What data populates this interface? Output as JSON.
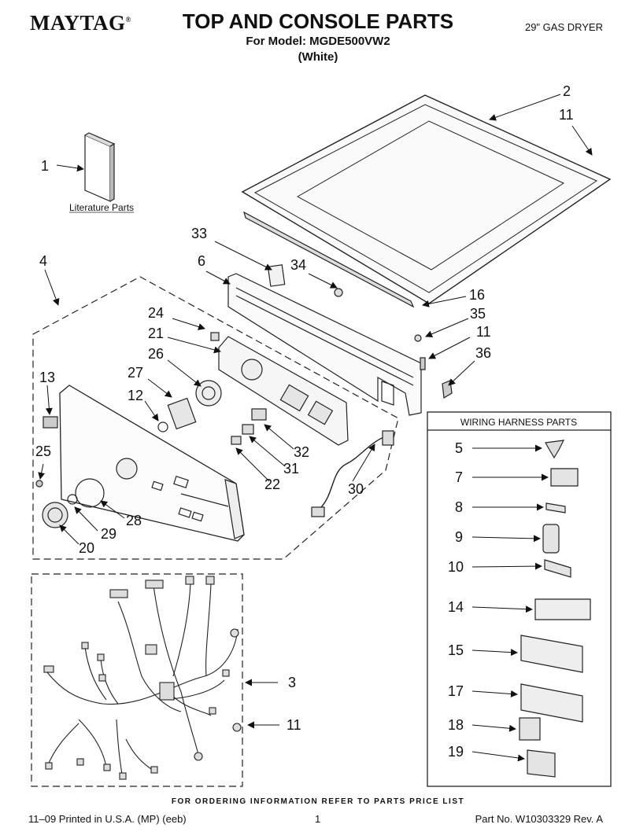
{
  "header": {
    "brand": "MAYTAG",
    "brand_mark": "®",
    "title": "TOP AND CONSOLE PARTS",
    "model_line": "For Model: MGDE500VW2",
    "variant": "(White)",
    "product": "29\" GAS DRYER"
  },
  "literature_label": "Literature Parts",
  "wiring_panel": {
    "title": "WIRING HARNESS PARTS",
    "items": [
      "5",
      "7",
      "8",
      "9",
      "10",
      "14",
      "15",
      "17",
      "18",
      "19"
    ]
  },
  "callouts": [
    "1",
    "2",
    "11",
    "33",
    "34",
    "6",
    "16",
    "35",
    "11",
    "36",
    "4",
    "24",
    "21",
    "26",
    "27",
    "12",
    "13",
    "25",
    "32",
    "31",
    "22",
    "30",
    "28",
    "29",
    "20",
    "3",
    "11"
  ],
  "footer": {
    "note": "FOR ORDERING INFORMATION REFER TO PARTS PRICE LIST",
    "printed": "11–09 Printed in U.S.A. (MP) (eeb)",
    "page": "1",
    "part_no": "Part No. W10303329 Rev. A"
  }
}
